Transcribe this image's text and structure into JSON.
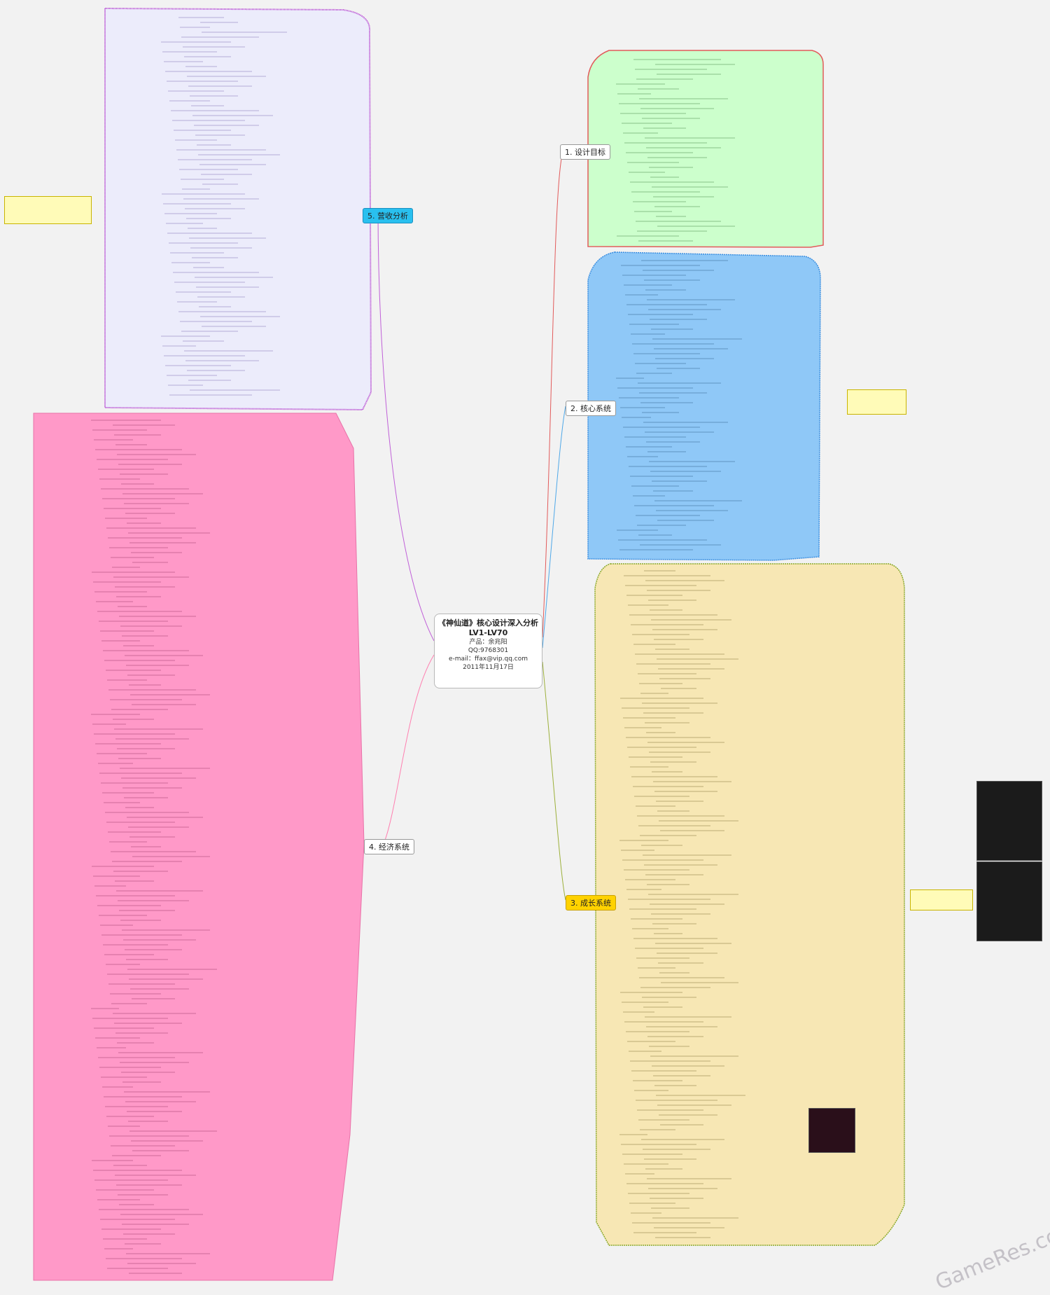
{
  "center": {
    "title_line1": "《神仙道》核心设计深入分析",
    "title_line2": "LV1-LV70",
    "product": "产品：余兆阳",
    "qq": "QQ:9768301",
    "email": "e-mail：ffax@vip.qq.com",
    "date": "2011年11月17日"
  },
  "branches": {
    "design_goal": "1. 设计目标",
    "core_system": "2. 核心系统",
    "growth_system": "3. 成长系统",
    "economy_system": "4. 经济系统",
    "revenue_analysis": "5. 营收分析"
  },
  "watermark": "GameRes.com",
  "colors": {
    "revenue_fill": "#ececfb",
    "revenue_border": "#b23cd0",
    "economy_fill": "#ff99c8",
    "design_fill": "#ccffcc",
    "design_border": "#e25a5a",
    "core_fill": "#8fc8f7",
    "growth_fill": "#f7e7b4",
    "growth_border": "#8aa828",
    "note_fill": "#fffbb8"
  }
}
